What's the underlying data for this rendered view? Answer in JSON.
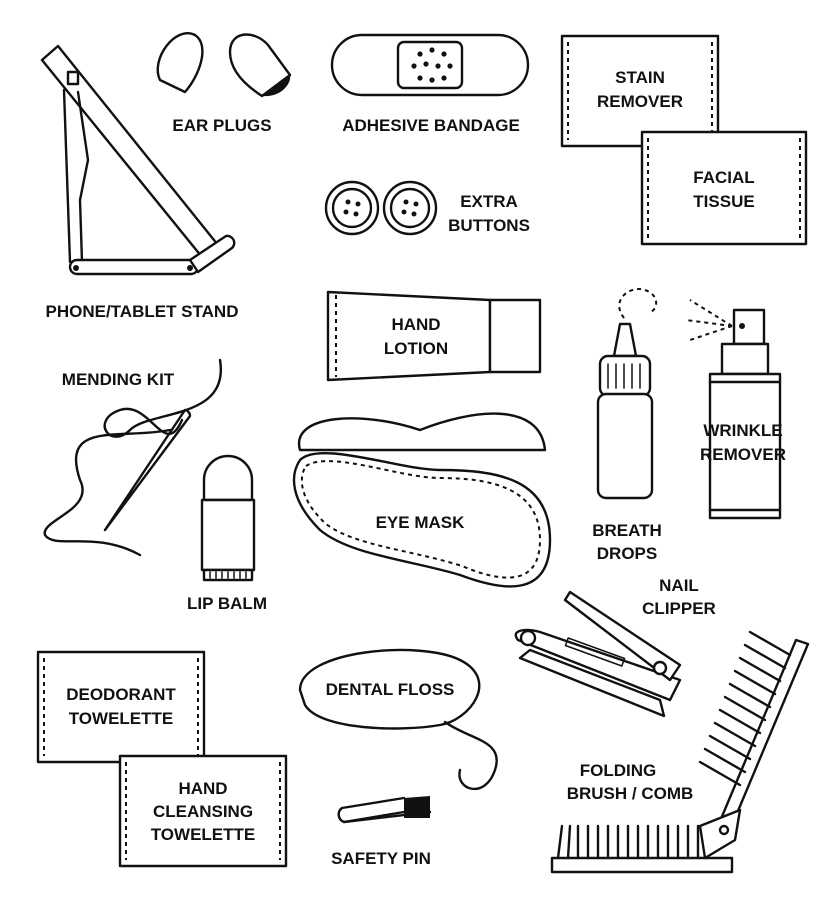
{
  "items": {
    "ear_plugs": [
      "EAR PLUGS"
    ],
    "adhesive_bandage": [
      "ADHESIVE BANDAGE"
    ],
    "stain_remover": [
      "STAIN",
      "REMOVER"
    ],
    "facial_tissue": [
      "FACIAL",
      "TISSUE"
    ],
    "extra_buttons": [
      "EXTRA",
      "BUTTONS"
    ],
    "phone_tablet_stand": [
      "PHONE/TABLET STAND"
    ],
    "hand_lotion": [
      "HAND",
      "LOTION"
    ],
    "mending_kit": [
      "MENDING KIT"
    ],
    "wrinkle_remover": [
      "WRINKLE",
      "REMOVER"
    ],
    "eye_mask": [
      "EYE MASK"
    ],
    "breath_drops": [
      "BREATH",
      "DROPS"
    ],
    "lip_balm": [
      "LIP BALM"
    ],
    "nail_clipper": [
      "NAIL",
      "CLIPPER"
    ],
    "deodorant_towelette": [
      "DEODORANT",
      "TOWELETTE"
    ],
    "dental_floss": [
      "DENTAL FLOSS"
    ],
    "hand_cleansing_towelette": [
      "HAND",
      "CLEANSING",
      "TOWELETTE"
    ],
    "folding_brush_comb": [
      "FOLDING",
      "BRUSH / COMB"
    ],
    "safety_pin": [
      "SAFETY PIN"
    ]
  },
  "colors": {
    "ink": "#111111",
    "background": "#ffffff"
  }
}
